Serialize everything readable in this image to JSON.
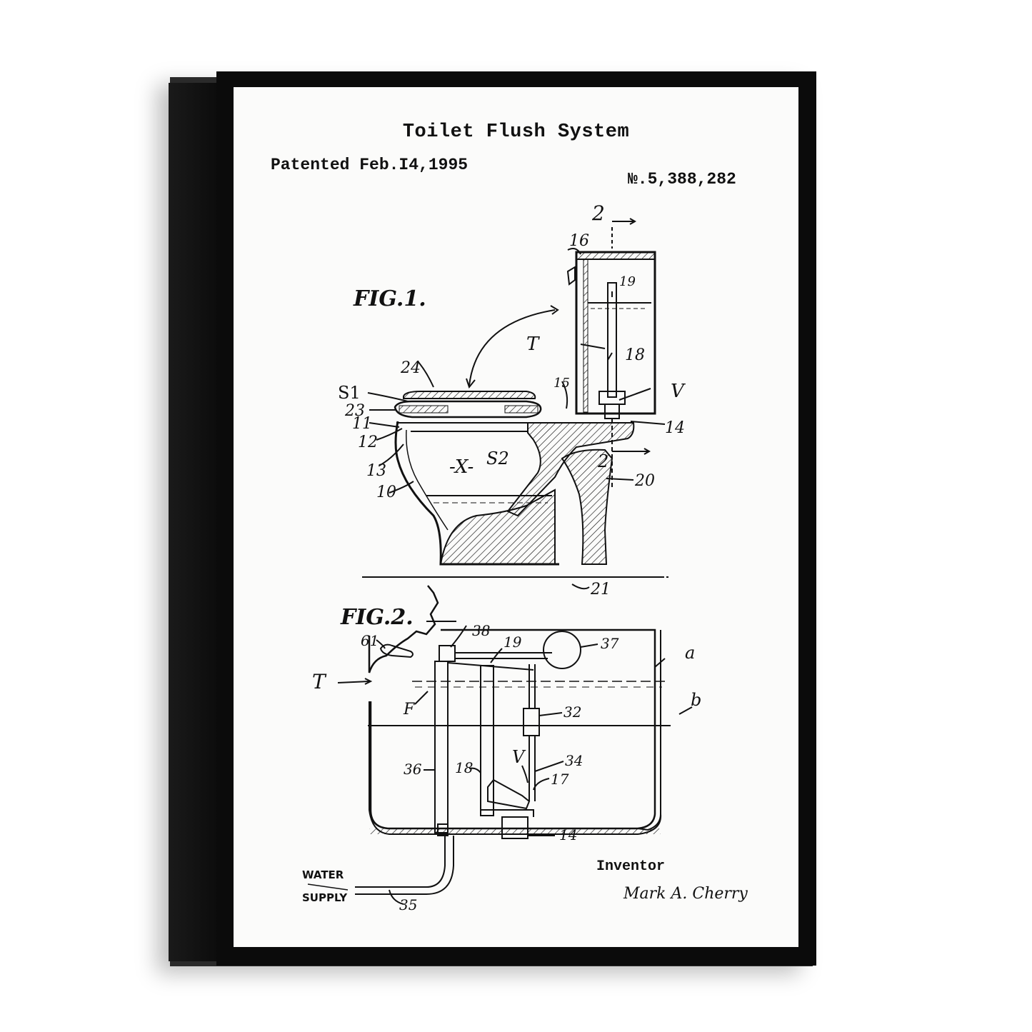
{
  "poster": {
    "title": "Toilet Flush System",
    "patented": "Patented Feb.I4,1995",
    "patent_number": "№.5,388,282",
    "inventor_label": "Inventor",
    "inventor_signature": "Mark A. Cherry"
  },
  "fig1": {
    "caption": "FIG.1.",
    "labels": [
      "2",
      "16",
      "19",
      "T",
      "18",
      "V",
      "24",
      "S1",
      "15",
      "23",
      "11",
      "14",
      "12",
      "-X-",
      "S2",
      "2",
      "13",
      "20",
      "10",
      "21"
    ]
  },
  "fig2": {
    "caption": "FIG.2.",
    "labels": [
      "38",
      "61",
      "19",
      "37",
      "a",
      "T",
      "F",
      "b",
      "32",
      "36",
      "18",
      "V",
      "34",
      "17",
      "14",
      "35"
    ],
    "water_supply": [
      "WATER",
      "SUPPLY"
    ]
  },
  "colors": {
    "frame": "#0b0b0b",
    "canvas": "#fbfbfa",
    "ink": "#111111"
  }
}
